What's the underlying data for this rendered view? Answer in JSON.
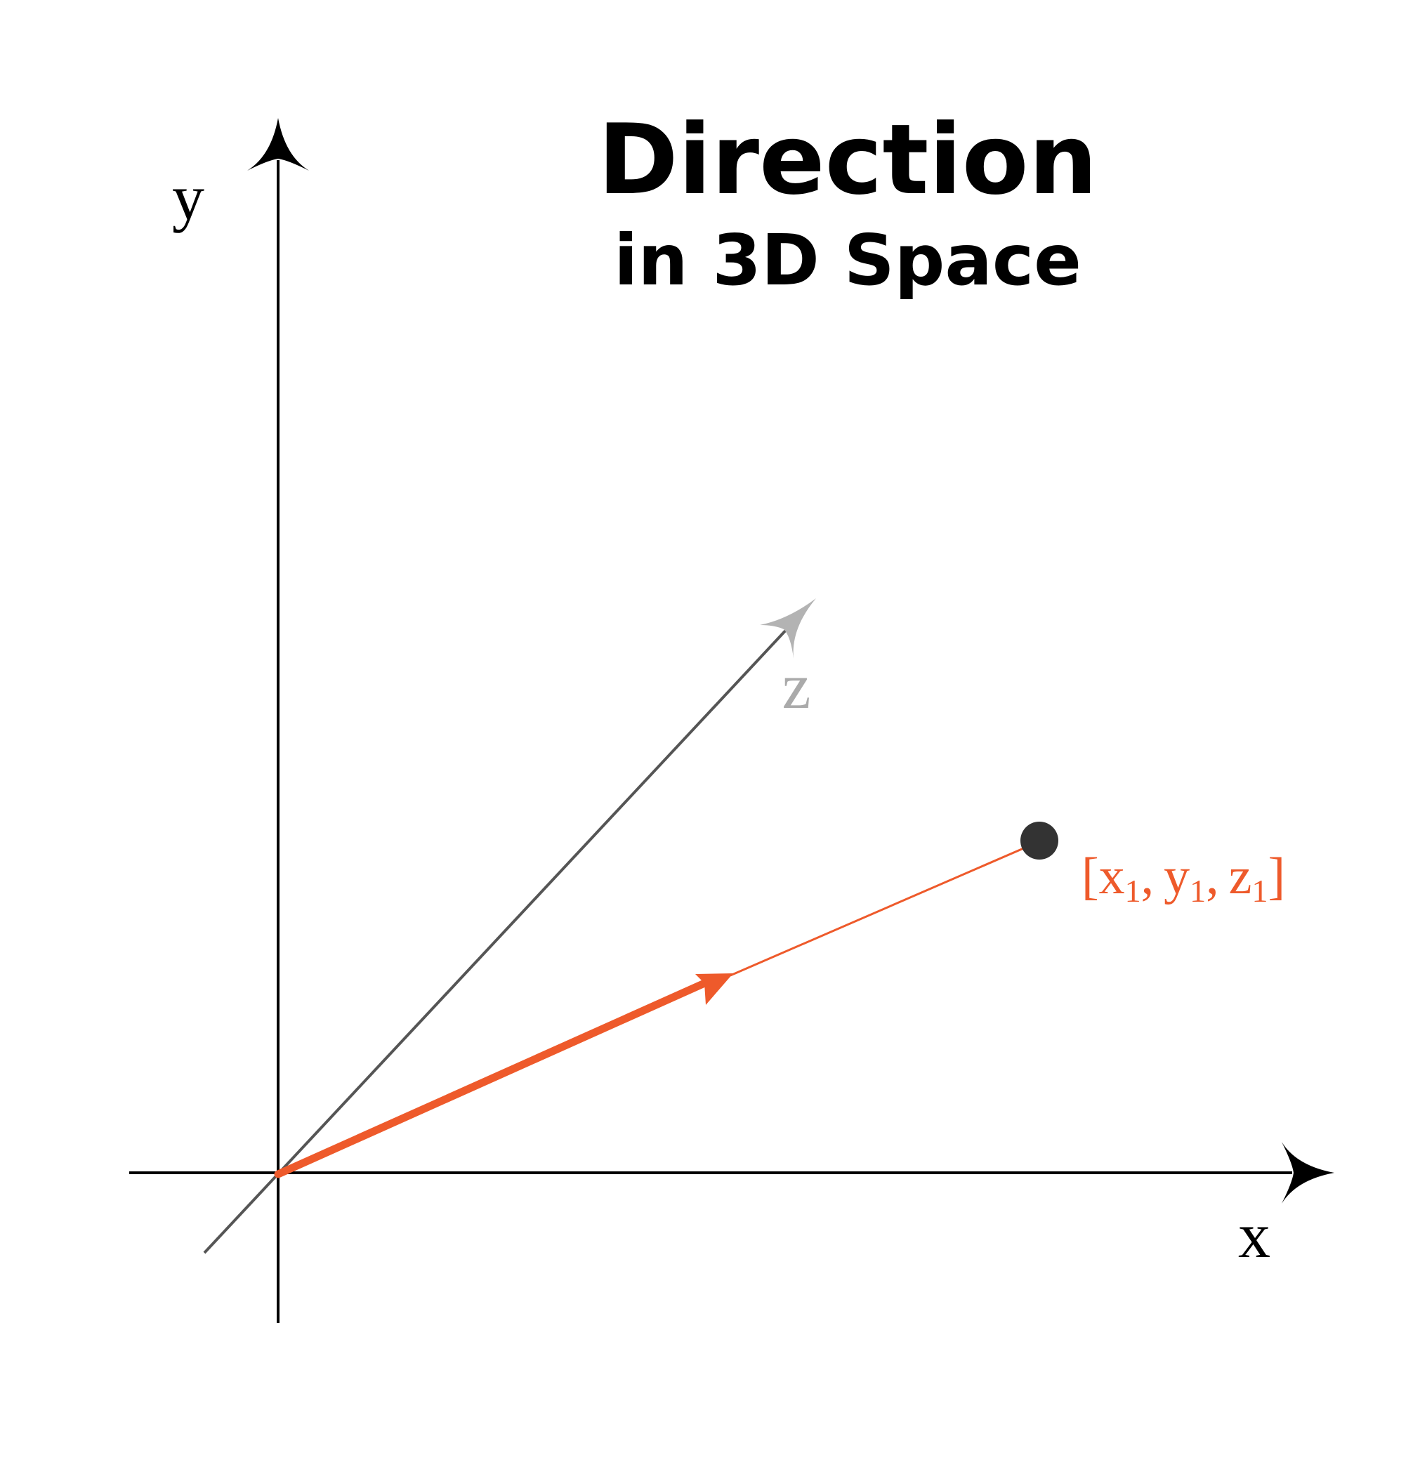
{
  "title": "Direction",
  "subtitle": "in 3D Space",
  "axes": {
    "x_label": "x",
    "y_label": "y",
    "z_label": "z"
  },
  "point": {
    "open_bracket": "[",
    "x": "x",
    "y": "y",
    "z": "z",
    "subscript": "1",
    "comma": ",",
    "close_bracket": "]"
  },
  "colors": {
    "axis": "#000000",
    "z_axis_line": "#555555",
    "z_axis_arrow": "#b3b3b3",
    "z_label": "#aaaaaa",
    "direction_vector": "#ee5a2b",
    "point": "#333333"
  }
}
